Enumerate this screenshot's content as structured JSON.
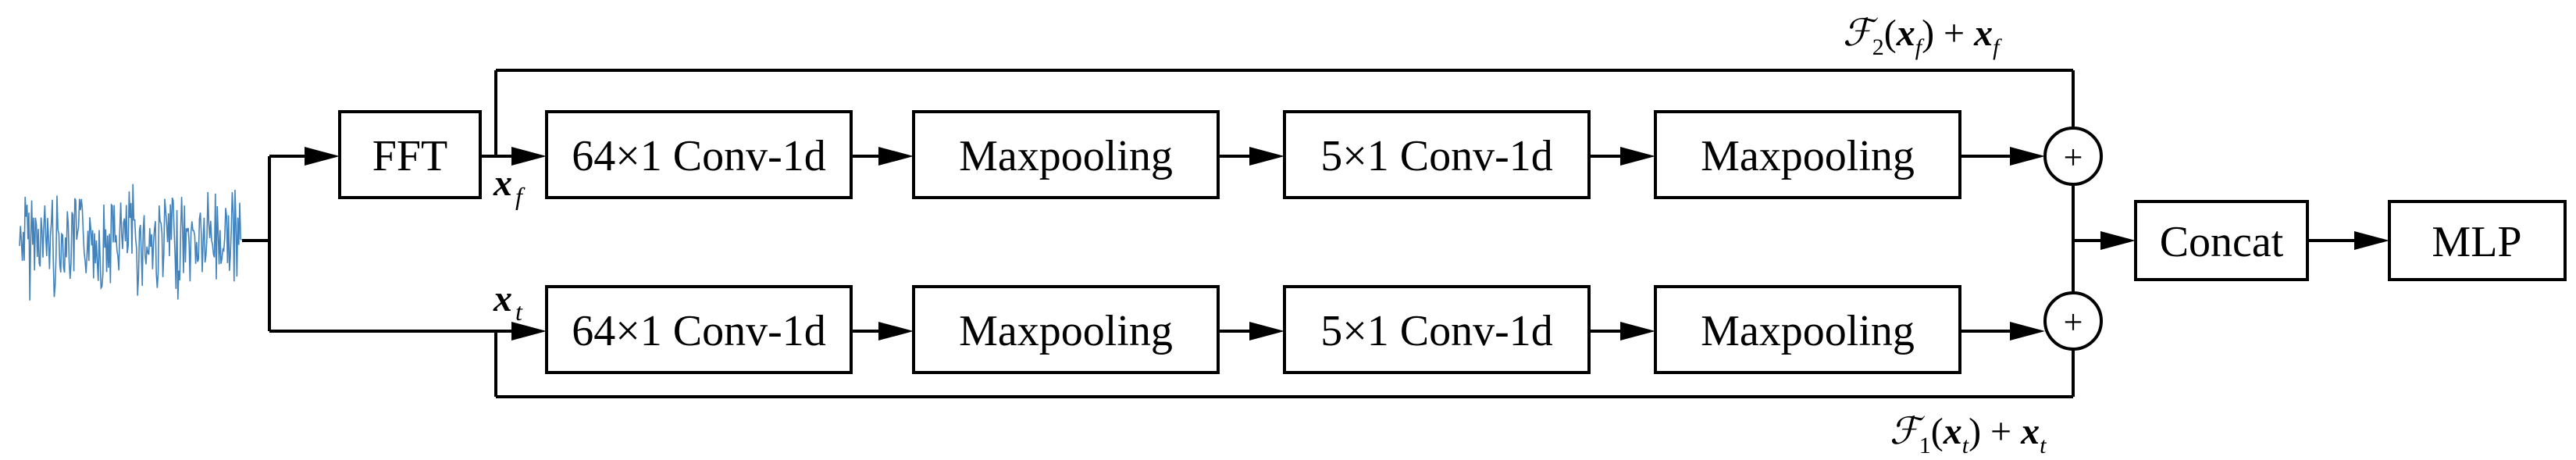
{
  "diagram": {
    "fft_label": "FFT",
    "upper_branch": {
      "input_symbol": "x",
      "input_subscript": "f",
      "blocks": [
        "64×1 Conv-1d",
        "Maxpooling",
        "5×1 Conv-1d",
        "Maxpooling"
      ],
      "residual_label": {
        "func": "ℱ",
        "func_sub": "2",
        "lparen": "(",
        "x": "x",
        "x_sub": "f",
        "rparen": ")",
        "plus": " + ",
        "x2": "x",
        "x2_sub": "f"
      }
    },
    "lower_branch": {
      "input_symbol": "x",
      "input_subscript": "t",
      "blocks": [
        "64×1 Conv-1d",
        "Maxpooling",
        "5×1 Conv-1d",
        "Maxpooling"
      ],
      "residual_label": {
        "func": "ℱ",
        "func_sub": "1",
        "lparen": "(",
        "x": "x",
        "x_sub": "t",
        "rparen": ")",
        "plus": " + ",
        "x2": "x",
        "x2_sub": "t"
      }
    },
    "sum_symbol": "+",
    "concat_label": "Concat",
    "mlp_label": "MLP",
    "signal_color": "#2e75b6",
    "line_color": "#000000"
  }
}
